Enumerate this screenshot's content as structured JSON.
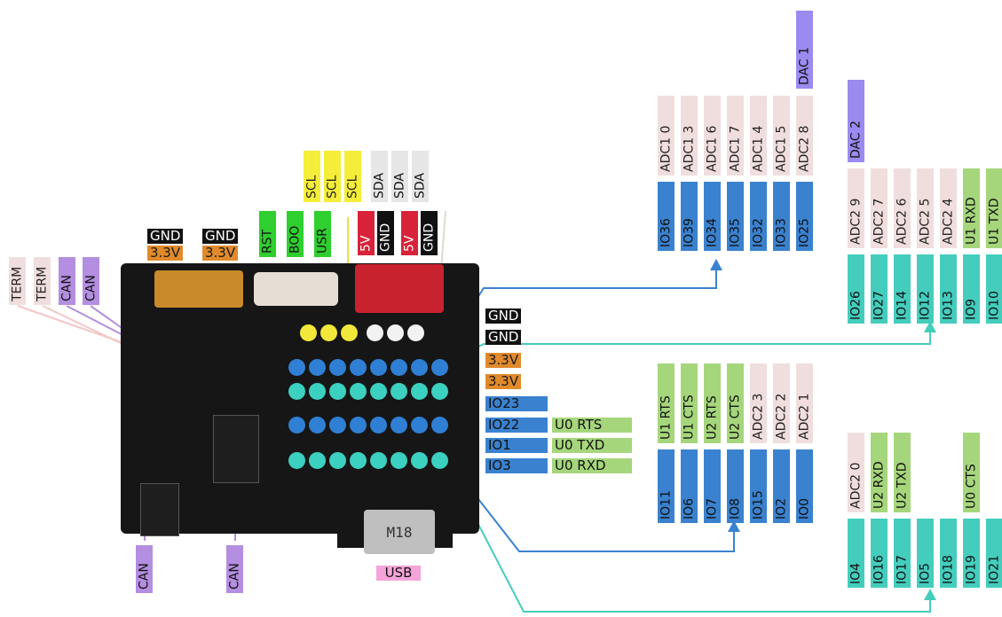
{
  "left_labels": {
    "term_1": "TERM",
    "term_2": "TERM",
    "can_1": "CAN",
    "can_2": "CAN",
    "can_bottom_1": "CAN",
    "can_bottom_2": "CAN"
  },
  "power_labels": {
    "gnd_1": "GND",
    "gnd_2": "GND",
    "v33_1": "3.3V",
    "v33_2": "3.3V"
  },
  "switch_labels": {
    "rst": "RST",
    "boo": "BOO",
    "usr": "USR"
  },
  "connector_labels": {
    "v5_1": "5V",
    "gnd_a": "GND",
    "v5_2": "5V",
    "gnd_b": "GND"
  },
  "i2c_labels": [
    "SCL",
    "SCL",
    "SCL",
    "SDA",
    "SDA",
    "SDA"
  ],
  "right_power": [
    "GND",
    "GND",
    "3.3V",
    "3.3V"
  ],
  "uart_rows": [
    {
      "io": "IO23",
      "alt": ""
    },
    {
      "io": "IO22",
      "alt": "U0 RTS"
    },
    {
      "io": "IO1",
      "alt": "U0 TXD"
    },
    {
      "io": "IO3",
      "alt": "U0 RXD"
    }
  ],
  "usb_label": "USB",
  "usb_marking": "M18",
  "group_top": {
    "top": [
      "",
      "",
      "",
      "",
      "",
      "",
      "DAC 1"
    ],
    "adc": [
      "ADC1 0",
      "ADC1 3",
      "ADC1 6",
      "ADC1 7",
      "ADC1 4",
      "ADC1 5",
      "ADC2 8"
    ],
    "io": [
      "IO36",
      "IO39",
      "IO34",
      "IO35",
      "IO32",
      "IO33",
      "IO25"
    ]
  },
  "group_right_top": {
    "dac": [
      "DAC 2",
      "",
      "",
      "",
      "",
      "",
      ""
    ],
    "alt": [
      "ADC2 9",
      "ADC2 7",
      "ADC2 6",
      "ADC2 5",
      "ADC2 4",
      "U1 RXD",
      "U1 TXD"
    ],
    "io": [
      "IO26",
      "IO27",
      "IO14",
      "IO12",
      "IO13",
      "IO9",
      "IO10"
    ]
  },
  "group_mid": {
    "alt": [
      "U1 RTS",
      "U1 CTS",
      "U2 RTS",
      "U2 CTS",
      "ADC2 3",
      "ADC2 2",
      "ADC2 1"
    ],
    "io": [
      "IO11",
      "IO6",
      "IO7",
      "IO8",
      "IO15",
      "IO2",
      "IO0"
    ]
  },
  "group_right_bottom": {
    "alt": [
      "ADC2 0",
      "U2 RXD",
      "U2 TXD",
      "",
      "",
      "U0 CTS",
      ""
    ],
    "io": [
      "IO4",
      "IO16",
      "IO17",
      "IO5",
      "IO18",
      "IO19",
      "IO21"
    ]
  },
  "colors": {
    "board": "#161616",
    "io_blue": "#3a82cf",
    "io_teal": "#44cdbd",
    "alt_green": "#a6d67c",
    "adc_pink": "#f0dede",
    "dac_lavender": "#9b8af0"
  }
}
